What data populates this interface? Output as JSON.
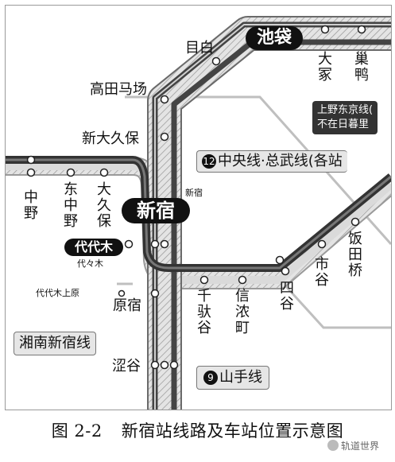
{
  "map": {
    "colors": {
      "yamanote": "#555555",
      "chuo_sobu": "#c8c8c8",
      "tracks_dark": "#444444",
      "hatched": "#dcdcdc",
      "dark_label_bg": "#111111"
    }
  },
  "stations": {
    "ikebukuro": "池袋",
    "mejiro": "目白",
    "takadanobaba": "高田马场",
    "shinokubo": "新大久保",
    "shinjuku": "新宿",
    "shinjuku_small": "新宿",
    "yoyogi": "代代木",
    "yoyogi_small": "代々木",
    "yoyogi_uehara": "代代木上原",
    "harajuku": "原宿",
    "shibuya": "涩谷",
    "sendagaya": "千驮谷",
    "shinanomachi": "信浓町",
    "yotsuya": "四谷",
    "ichigaya": "市谷",
    "iidabashi": "饭田桥",
    "nakano": "中野",
    "higashinakano": "东中野",
    "okubo": "大久保",
    "otsuka": "大冢",
    "sugamo": "巢鸭"
  },
  "legends": {
    "chuo_number": "12",
    "chuo_label": "中央线·总武线(各站",
    "yamanote_number": "9",
    "yamanote_label": "山手线",
    "shonan_label": "湘南新宿线",
    "ueno_line1": "上野东京线(",
    "ueno_line2": "不在日暮里"
  },
  "caption": {
    "number": "图 2-2",
    "title": "新宿站线路及车站位置示意图"
  },
  "watermark": "轨道世界"
}
